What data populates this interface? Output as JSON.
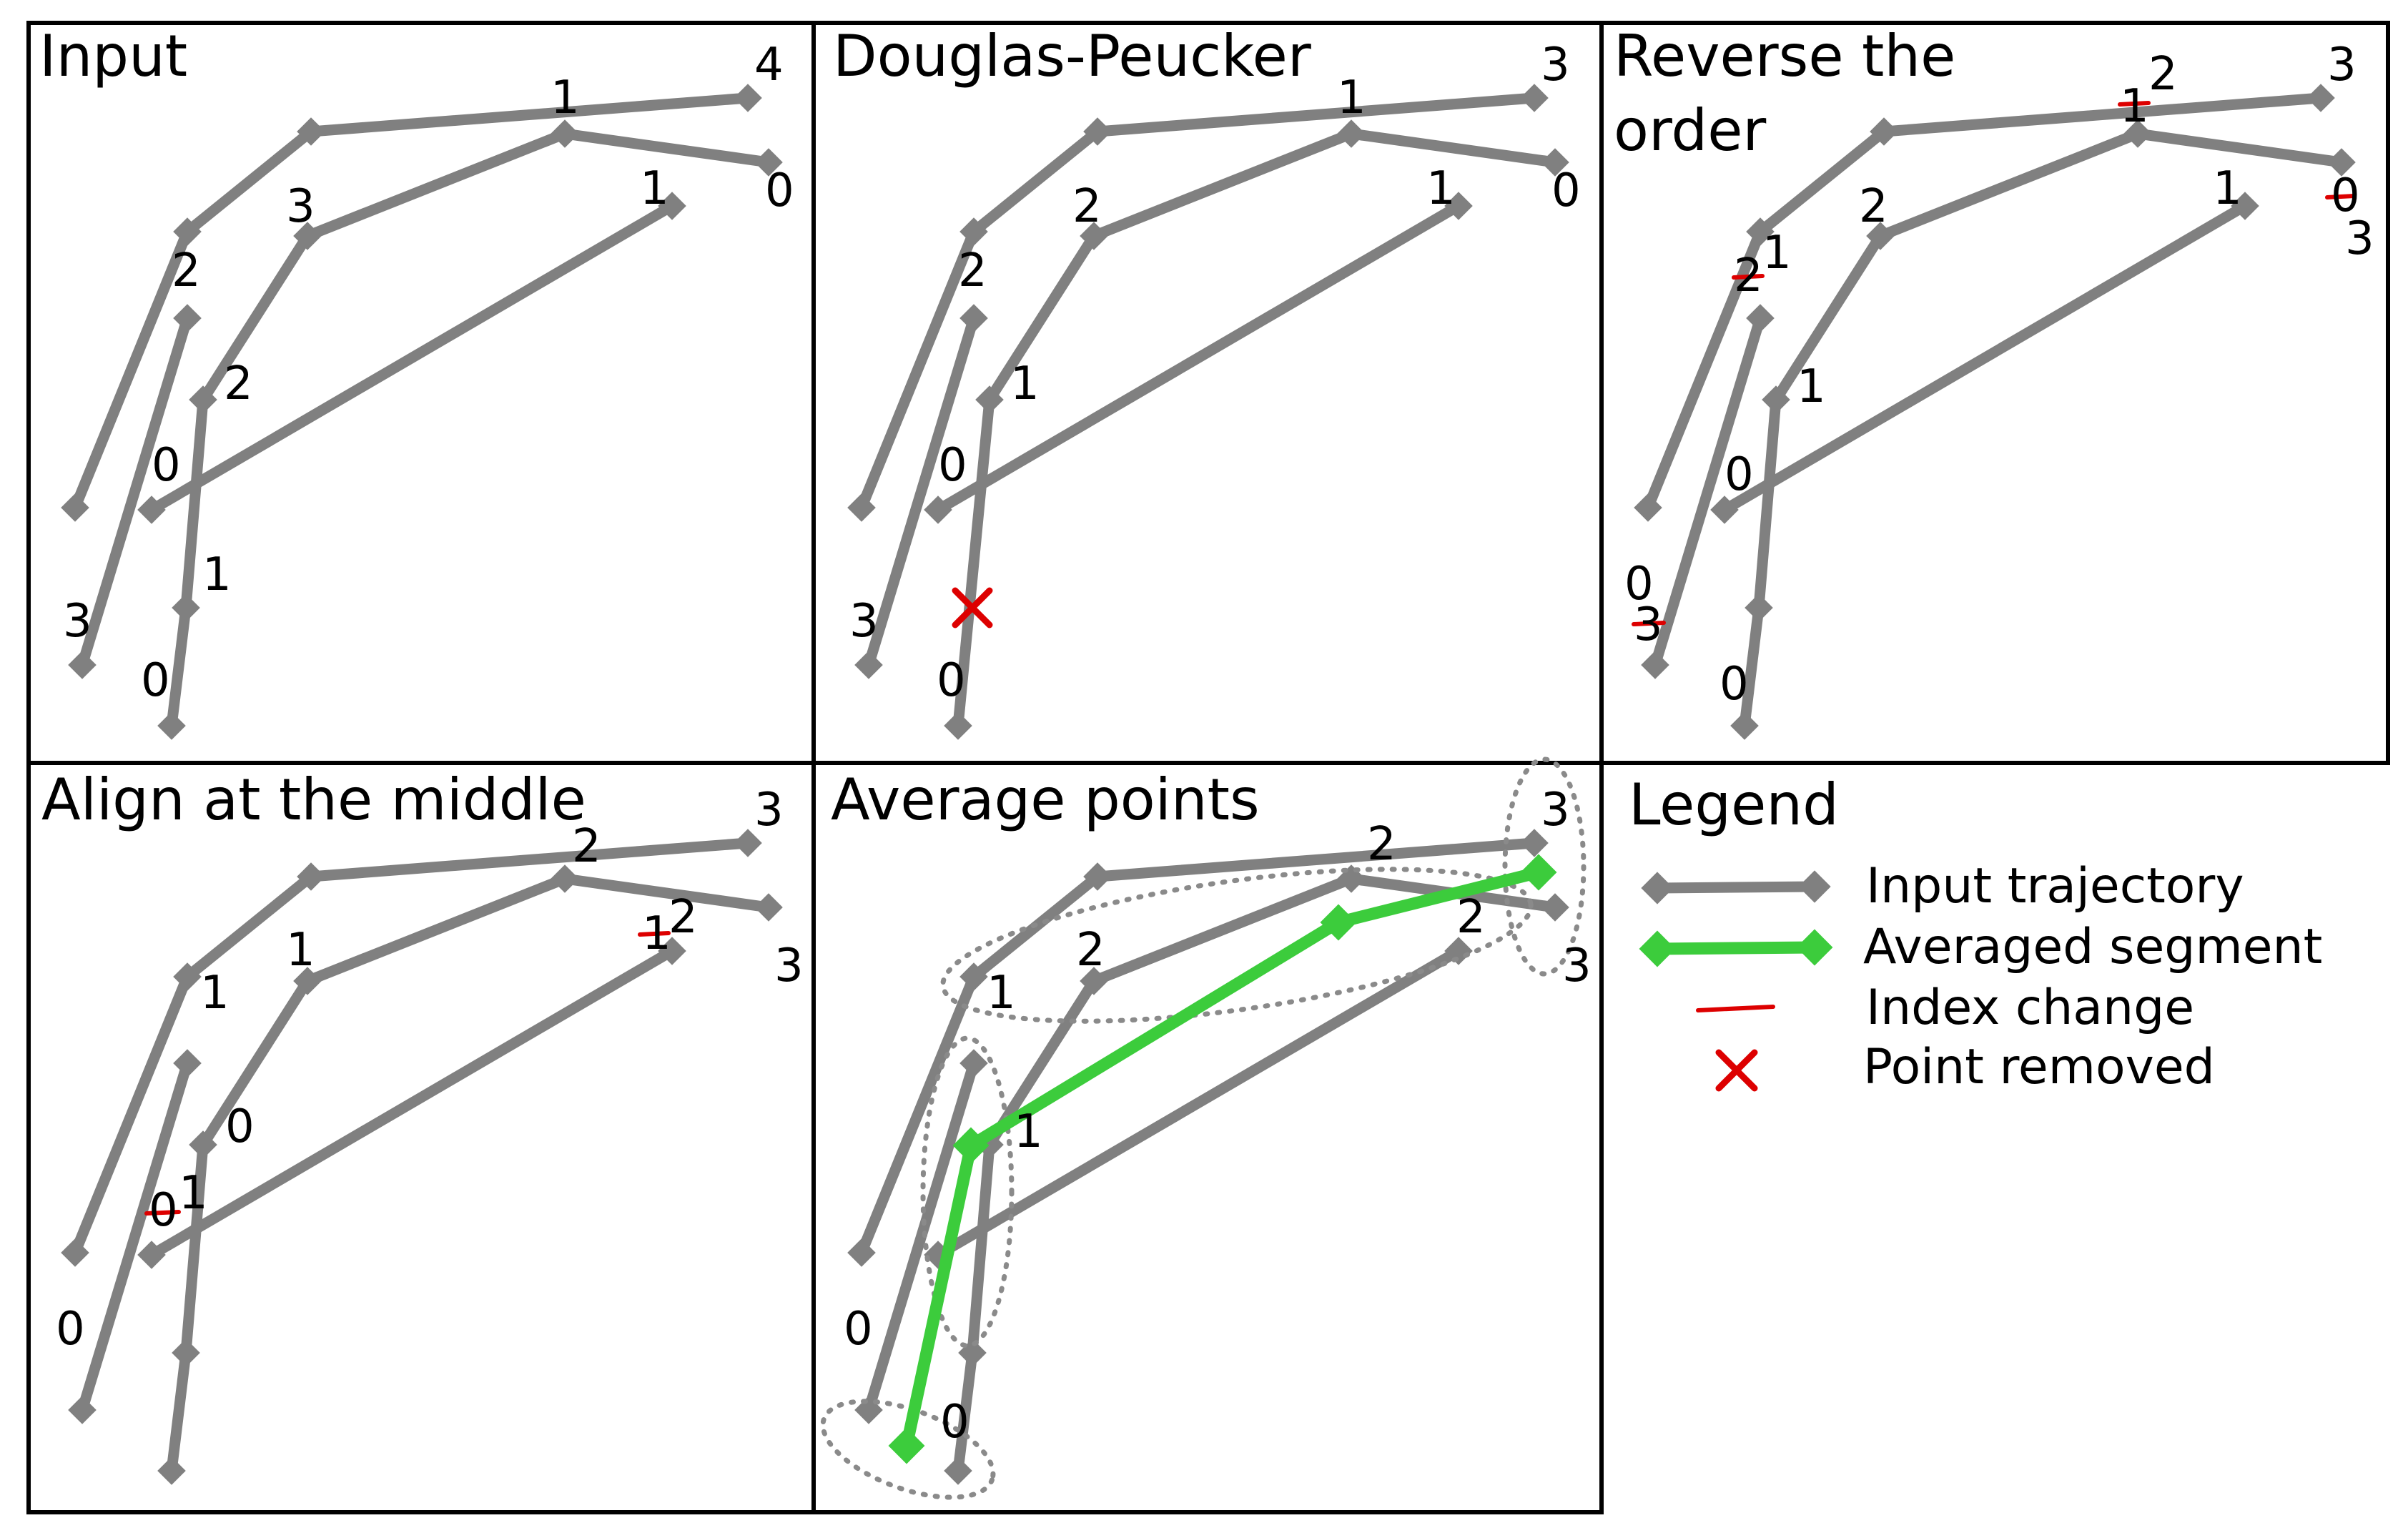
{
  "colors": {
    "trajectory": "#808080",
    "averaged": "#3ccc3c",
    "index_change": "#dd0000",
    "removed": "#dd0000",
    "group_outline": "#8a8a8a",
    "frame": "#000000"
  },
  "panels": [
    {
      "title": "Input",
      "labels": [
        "1",
        "4",
        "0",
        "3",
        "1",
        "2",
        "2",
        "0",
        "1",
        "3",
        "0"
      ]
    },
    {
      "title": "Douglas-Peucker",
      "labels": [
        "1",
        "3",
        "0",
        "2",
        "1",
        "2",
        "1",
        "0",
        "3",
        "0"
      ]
    },
    {
      "title_lines": [
        "Reverse the",
        "order"
      ],
      "labels": [
        "1",
        "2",
        "3",
        "2",
        "1",
        "0",
        "3",
        "2",
        "1",
        "1",
        "0",
        "0",
        "3",
        "0"
      ]
    },
    {
      "title": "Align at the middle",
      "labels": [
        "2",
        "3",
        "2",
        "1",
        "3",
        "1",
        "1",
        "0",
        "1",
        "0",
        "0"
      ]
    },
    {
      "title": "Average points",
      "labels": [
        "2",
        "3",
        "2",
        "2",
        "3",
        "1",
        "1",
        "0",
        "0"
      ]
    }
  ],
  "legend": {
    "title": "Legend",
    "items": [
      {
        "label": "Input trajectory",
        "icon": "gray-line-diamond"
      },
      {
        "label": "Averaged segment",
        "icon": "green-line-diamond"
      },
      {
        "label": "Index change",
        "icon": "red-dash"
      },
      {
        "label": "Point removed",
        "icon": "red-cross"
      }
    ]
  }
}
